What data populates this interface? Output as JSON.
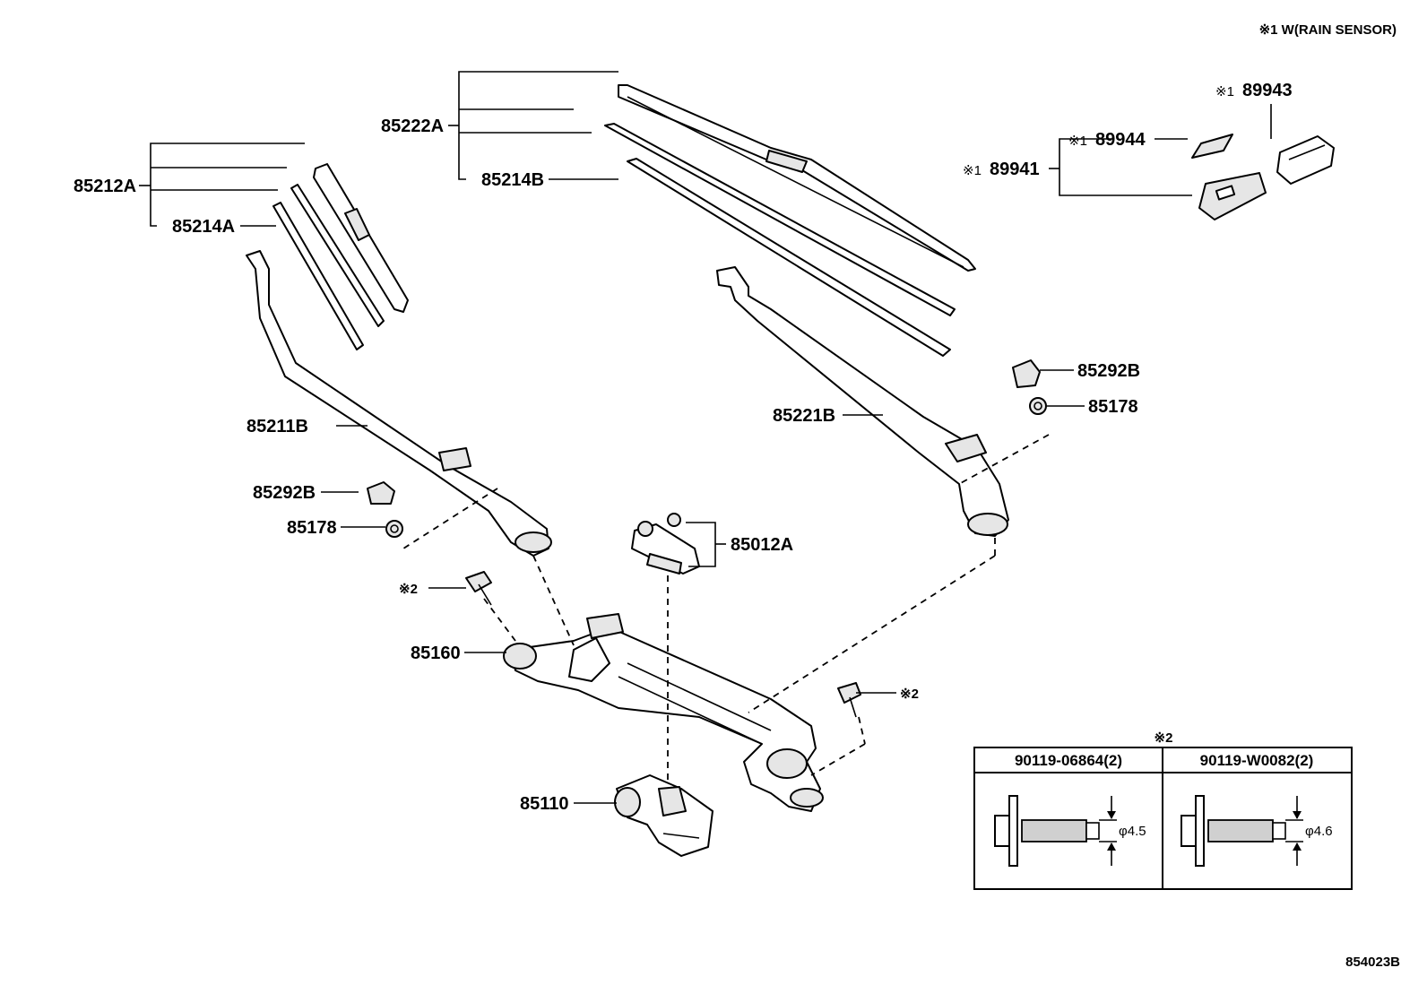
{
  "header": {
    "note": "※1 W(RAIN SENSOR)"
  },
  "footer": {
    "code": "854023B"
  },
  "labels": {
    "p85222A": "85222A",
    "p85214B": "85214B",
    "p85212A": "85212A",
    "p85214A": "85214A",
    "p89943": "89943",
    "p89944": "89944",
    "p89941": "89941",
    "mark1": "※1",
    "p85292B_right": "85292B",
    "p85178_right": "85178",
    "p85221B": "85221B",
    "p85211B": "85211B",
    "p85292B_left": "85292B",
    "p85178_left": "85178",
    "p85012A": "85012A",
    "bolt_left_mark": "※2",
    "p85160": "85160",
    "bolt_right_mark": "※2",
    "p85110": "85110"
  },
  "bolt_table": {
    "title": "※2",
    "columns": [
      {
        "part": "90119-06864(2)",
        "diameter": "φ4.5"
      },
      {
        "part": "90119-W0082(2)",
        "diameter": "φ4.6"
      }
    ]
  }
}
